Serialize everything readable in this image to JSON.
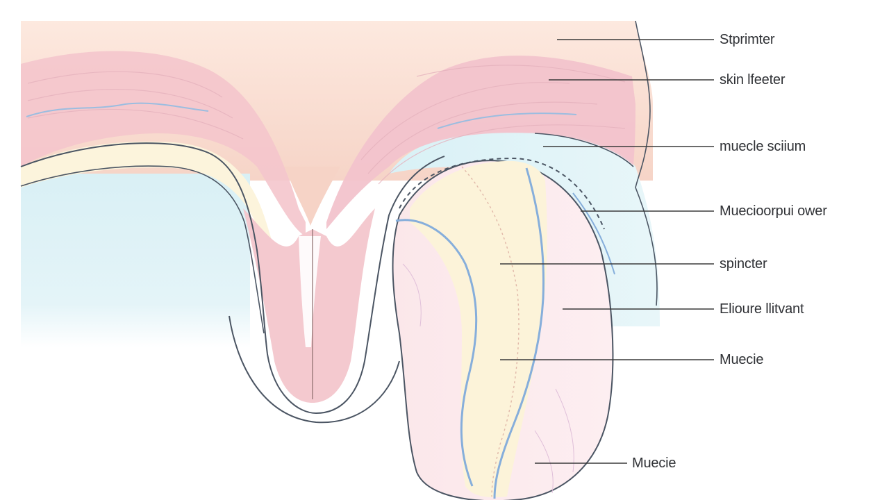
{
  "diagram": {
    "labels": [
      {
        "text": "Stprimter"
      },
      {
        "text": "skin lfeeter"
      },
      {
        "text": "muecle sciium"
      },
      {
        "text": "Muecioorpui ower"
      },
      {
        "text": "spincter"
      },
      {
        "text": "Elioure llitvant"
      },
      {
        "text": "Muecie"
      },
      {
        "text": "Muecie"
      }
    ],
    "colors": {
      "skin": "#f7d9cc",
      "pink_band": "#f3c7cc",
      "light_blue": "#dff2f6",
      "cream": "#fbf3dc",
      "outline": "#4b5563",
      "vein": "#8ab0d8",
      "leader": "#3a3a3a"
    }
  }
}
